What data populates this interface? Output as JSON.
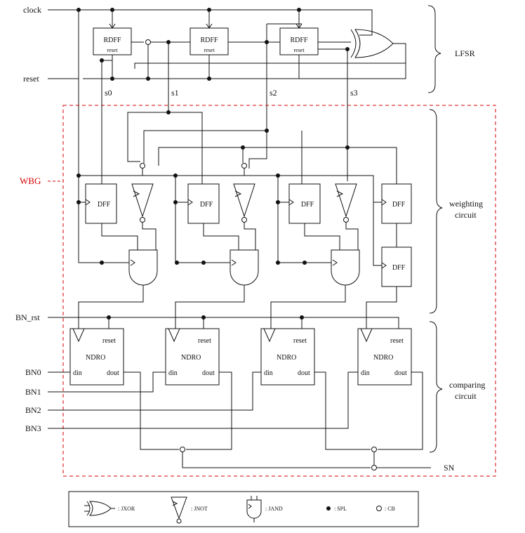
{
  "inputs": {
    "clock": "clock",
    "reset": "reset",
    "bn_rst": "BN_rst",
    "bn0": "BN0",
    "bn1": "BN1",
    "bn2": "BN2",
    "bn3": "BN3"
  },
  "output": {
    "sn": "SN"
  },
  "lfsr": {
    "rdff_label": "RDFF",
    "rdff_reset": "reset",
    "signals": [
      "s0",
      "s1",
      "s2",
      "s3"
    ],
    "brace_label": "LFSR"
  },
  "wbg": {
    "label": "WBG"
  },
  "weighting": {
    "dff_label": "DFF",
    "brace_line1": "weighting",
    "brace_line2": "circuit"
  },
  "comparing": {
    "ndro_label": "NDRO",
    "reset": "reset",
    "din": "din",
    "dout": "dout",
    "brace_line1": "comparing",
    "brace_line2": "circuit"
  },
  "legend": {
    "jxor": ": JXOR",
    "jnot": ": JNOT",
    "jand": ": JAND",
    "spl": ": SPL",
    "cb": ": CB"
  },
  "colors": {
    "wbg": "#d40000",
    "line": "#111111"
  }
}
